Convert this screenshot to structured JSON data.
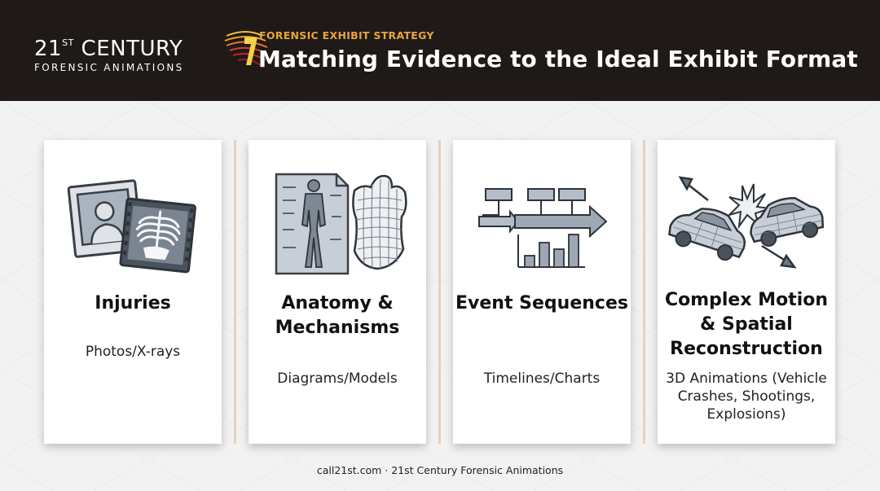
{
  "header": {
    "logo": {
      "line1_main": "21",
      "line1_sup": "ST",
      "line1_rest": " CENTURY",
      "line2": "FORENSIC ANIMATIONS"
    },
    "subtitle": "FORENSIC EXHIBIT STRATEGY",
    "title": "Matching Evidence to the Ideal Exhibit Format"
  },
  "cards": [
    {
      "title": "Injuries",
      "desc": "Photos/X-rays",
      "icon": "photo-xray-icon"
    },
    {
      "title": "Anatomy & Mechanisms",
      "desc": "Diagrams/Models",
      "icon": "anatomy-mannequin-icon"
    },
    {
      "title": "Event Sequences",
      "desc": "Timelines/Charts",
      "icon": "timeline-chart-icon"
    },
    {
      "title": "Complex Motion & Spatial Reconstruction",
      "desc": "3D Animations (Vehicle Crashes, Shootings, Explosions)",
      "icon": "car-crash-icon"
    }
  ],
  "footer": "call21st.com · 21st Century Forensic Animations",
  "colors": {
    "header_bg": "#1f1a17",
    "accent": "#e8a53a",
    "icon_fill": "#aab4c0",
    "divider": "#e3d3bd"
  }
}
